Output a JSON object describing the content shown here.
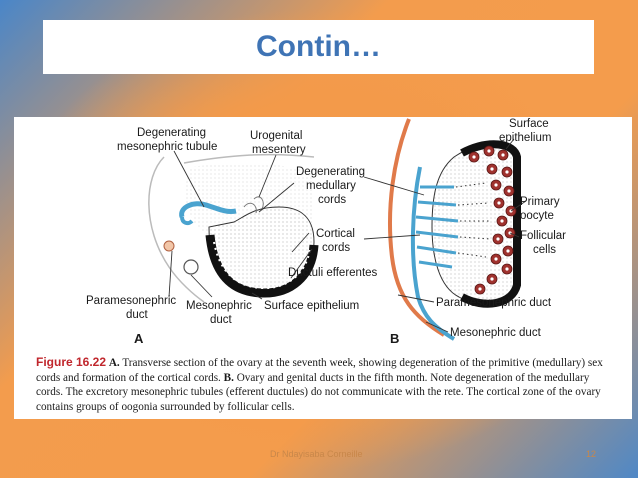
{
  "slide": {
    "title": "Contin…",
    "footer_author": "Dr Ndayisaba Corneille",
    "page_number": "12"
  },
  "figure": {
    "labels_a": {
      "degenerating_tubule": [
        "Degenerating",
        "mesonephric tubule"
      ],
      "urogenital_mesentery": [
        "Urogenital",
        "mesentery"
      ],
      "degenerating_cords": [
        "Degenerating",
        "medullary",
        "cords"
      ],
      "cortical_cords": [
        "Cortical",
        "cords"
      ],
      "ductuli_efferentes": "Ductuli efferentes",
      "paramesonephric_duct": [
        "Paramesonephric",
        "duct"
      ],
      "mesonephric_duct": [
        "Mesonephric",
        "duct"
      ],
      "surface_epithelium": "Surface epithelium",
      "panel": "A"
    },
    "labels_b": {
      "surface_epithelium": [
        "Surface",
        "epithelium"
      ],
      "primary_oocyte": [
        "Primary",
        "oocyte"
      ],
      "follicular_cells": [
        "Follicular",
        "cells"
      ],
      "paramesonephric_duct": "Paramesonephric duct",
      "mesonephric_duct": "Mesonephric duct",
      "panel": "B"
    },
    "caption": {
      "figure_number": "Figure 16.22",
      "label_a": "A.",
      "text_a": "Transverse section of the ovary at the seventh week, showing degeneration of the primitive (medullary) sex cords and formation of the cortical cords.",
      "label_b": "B.",
      "text_b": "Ovary and genital ducts in the fifth month. Note degeneration of the medullary cords. The excretory mesonephric tubules (efferent ductules) do not communicate with the rete. The cortical zone of the ovary contains groups of oogonia surrounded by follicular cells."
    },
    "colors": {
      "title": "#3f74b5",
      "figure_number": "#c0262c",
      "duct_blue": "#4aa3cf",
      "duct_orange": "#e07a4a",
      "oocyte": "#a0322e"
    }
  }
}
